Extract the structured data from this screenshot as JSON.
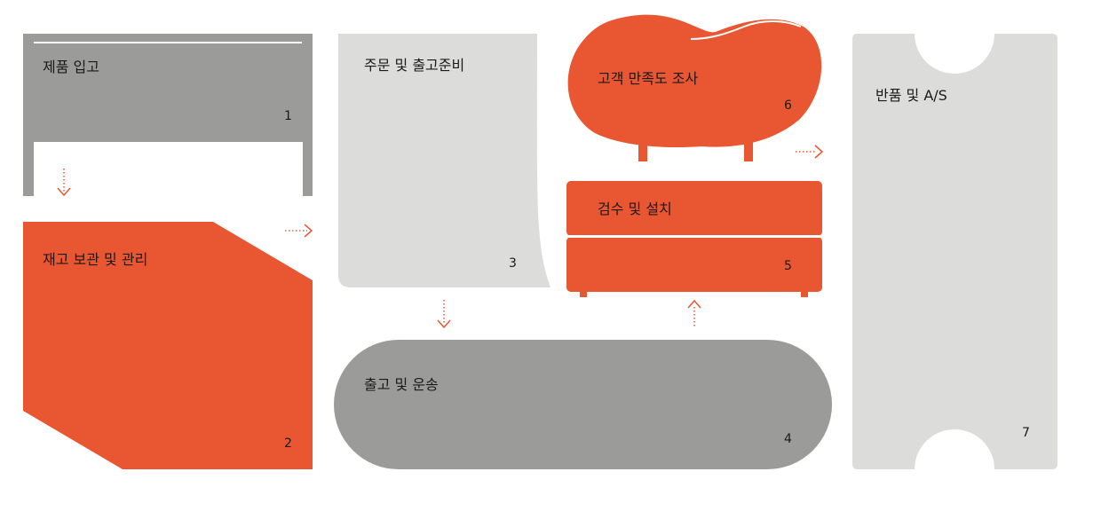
{
  "colors": {
    "dark_gray": "#9b9b9a",
    "light_gray": "#dcdcdb",
    "orange": "#e85632",
    "arrow": "#e85632",
    "white": "#ffffff",
    "text": "#1a1a1a"
  },
  "steps": [
    {
      "label": "제품 입고",
      "number": "1"
    },
    {
      "label": "재고 보관 및 관리",
      "number": "2"
    },
    {
      "label": "주문 및 출고준비",
      "number": "3"
    },
    {
      "label": "출고 및 운송",
      "number": "4"
    },
    {
      "label": "검수 및 설치",
      "number": "5"
    },
    {
      "label": "고객 만족도 조사",
      "number": "6"
    },
    {
      "label": "반품 및 A/S",
      "number": "7"
    }
  ],
  "arrows": [
    {
      "from": "1",
      "to": "2",
      "direction": "down"
    },
    {
      "from": "2",
      "to": "3",
      "direction": "right"
    },
    {
      "from": "3",
      "to": "4",
      "direction": "down"
    },
    {
      "from": "4",
      "to": "5",
      "direction": "up"
    },
    {
      "from": "6",
      "to": "7",
      "direction": "right"
    }
  ]
}
